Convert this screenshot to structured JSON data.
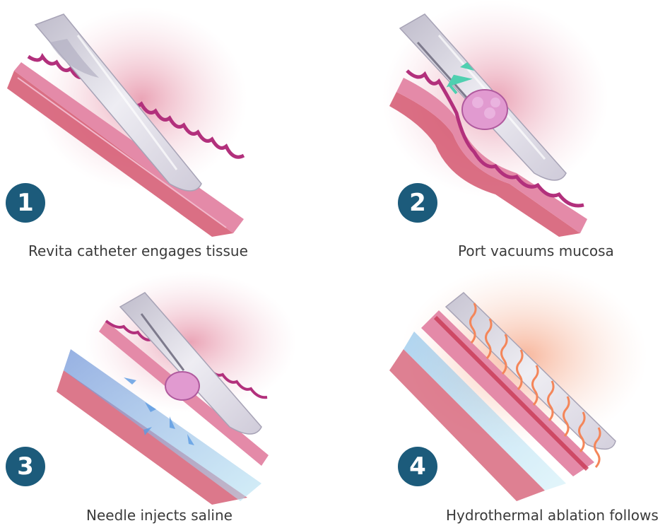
{
  "steps": [
    {
      "number": "1",
      "caption": "Revita catheter engages tissue"
    },
    {
      "number": "2",
      "caption": "Port vacuums mucosa"
    },
    {
      "number": "3",
      "caption": "Needle injects saline"
    },
    {
      "number": "4",
      "caption": "Hydrothermal ablation follows"
    }
  ],
  "colors": {
    "badge": "#1c5b7b",
    "tissue_pink": "#e07aa6",
    "tissue_red": "#c93a55",
    "catheter_gray": "#d9d7e2",
    "saline_blue": "#9fd3ee",
    "heat_orange": "#f4865a",
    "vacuum_arrow": "#4fd0b0"
  }
}
